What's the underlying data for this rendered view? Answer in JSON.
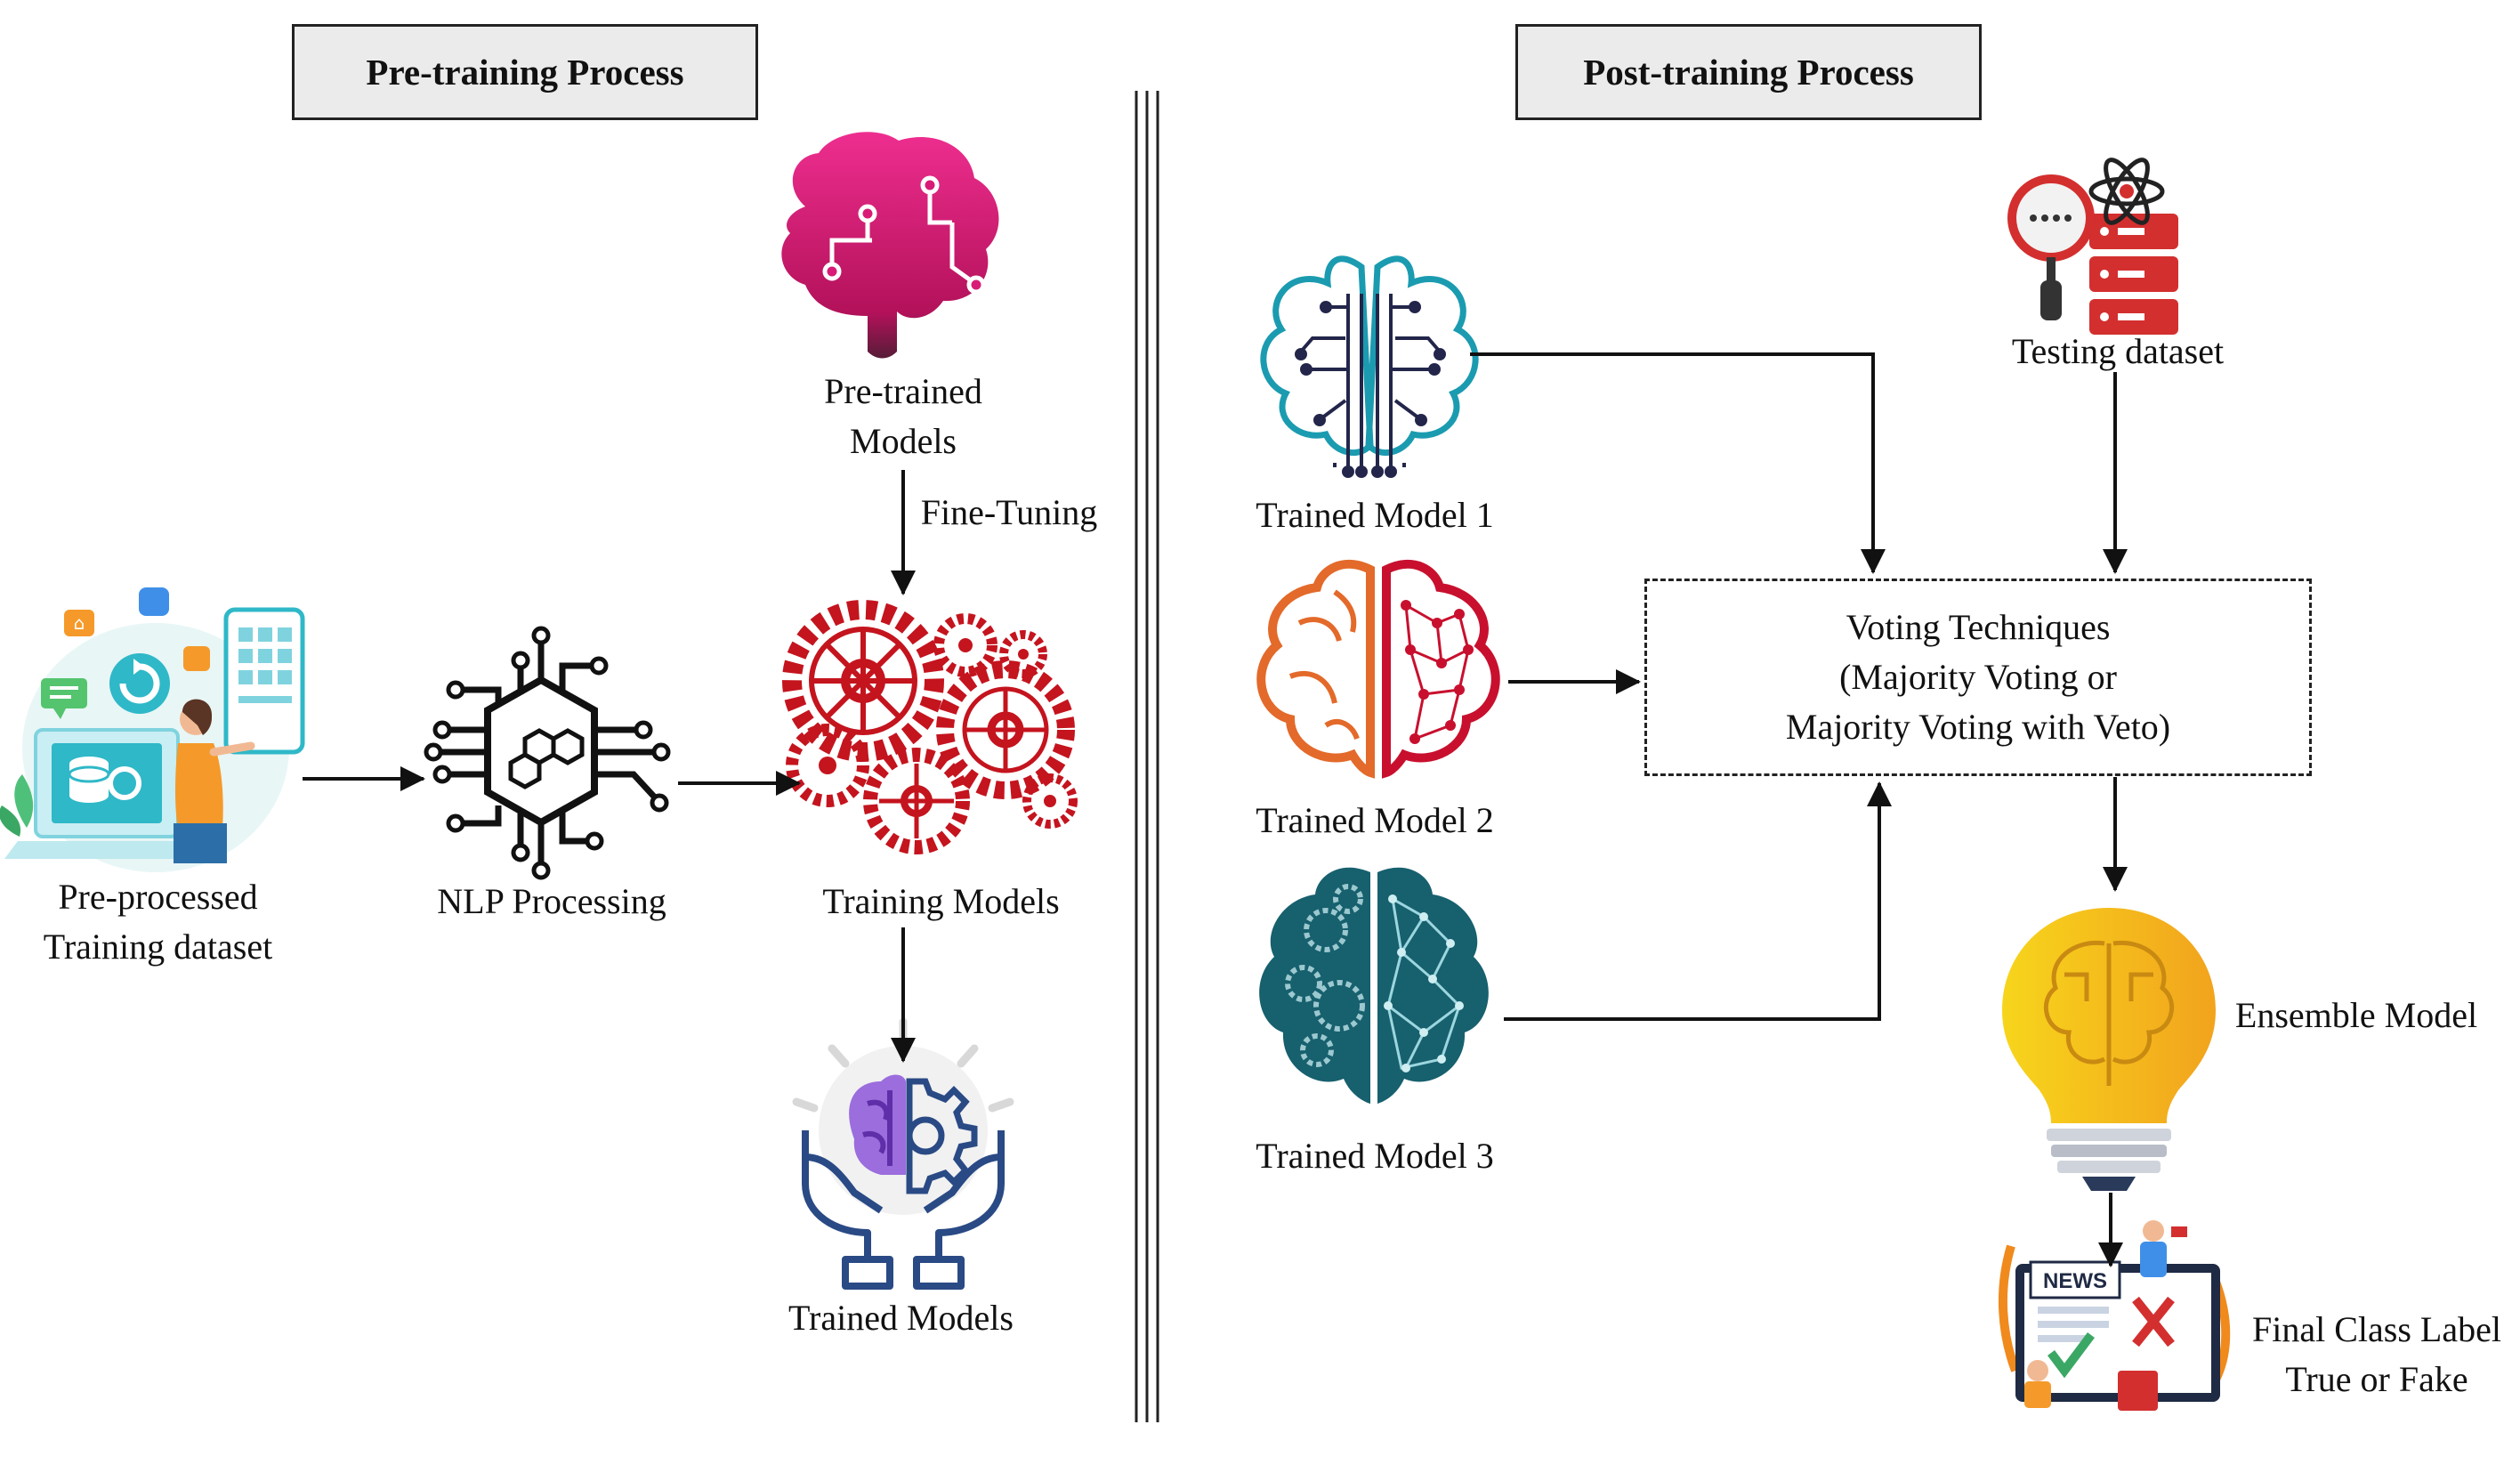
{
  "headers": {
    "pre_training": "Pre-training Process",
    "post_training": "Post-training Process"
  },
  "left": {
    "dataset_label_1": "Pre-processed",
    "dataset_label_2": "Training dataset",
    "nlp_label": "NLP Processing",
    "pretrained_label_1": "Pre-trained",
    "pretrained_label_2": "Models",
    "fine_tuning_label": "Fine-Tuning",
    "training_label": "Training Models",
    "trained_label": "Trained Models"
  },
  "right": {
    "model1_label": "Trained Model 1",
    "model2_label": "Trained Model 2",
    "model3_label": "Trained Model 3",
    "testing_label": "Testing dataset",
    "voting_line1": "Voting Techniques",
    "voting_line2": "(Majority Voting or",
    "voting_line3": "Majority Voting with Veto)",
    "ensemble_label": "Ensemble Model",
    "final_label_1": "Final Class Label",
    "final_label_2": "True or Fake",
    "news_text": "NEWS"
  },
  "colors": {
    "pink_brain": "#d81b77",
    "red_gears": "#c4141e",
    "teal_brain": "#1b9bb0",
    "orange_brain": "#e36a2a",
    "red_brain": "#c8102e",
    "dark_teal_brain": "#17606e",
    "bulb_yellow": "#f6c21a",
    "bulb_orange": "#f08a1d",
    "purple_brain": "#8e5bd6",
    "navy_hands": "#2a4a85"
  }
}
